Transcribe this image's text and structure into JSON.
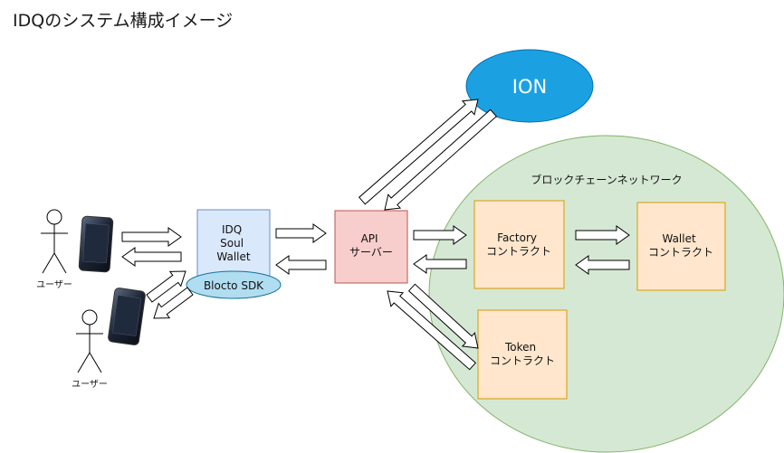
{
  "title": "IDQのシステム構成イメージ",
  "nodes": {
    "ion": {
      "label": "ION",
      "fill": "#1ba1e2"
    },
    "blockchain": {
      "label": "ブロックチェーンネットワーク",
      "fill": "#d5e8d4"
    },
    "wallet_app": {
      "lines": [
        "IDQ",
        "Soul",
        "Wallet"
      ],
      "fill": "#dae8fc"
    },
    "sdk": {
      "label": "Blocto SDK",
      "fill": "#b1ddf0"
    },
    "api": {
      "lines": [
        "API",
        "サーバー"
      ],
      "fill": "#f8cecc"
    },
    "factory": {
      "lines": [
        "Factory",
        "コントラクト"
      ],
      "fill": "#ffe6cc"
    },
    "wallet_contract": {
      "lines": [
        "Wallet",
        "コントラクト"
      ],
      "fill": "#ffe6cc"
    },
    "token": {
      "lines": [
        "Token",
        "コントラクト"
      ],
      "fill": "#ffe6cc"
    }
  },
  "users": [
    {
      "label": "ユーザー"
    },
    {
      "label": "ユーザー"
    }
  ]
}
